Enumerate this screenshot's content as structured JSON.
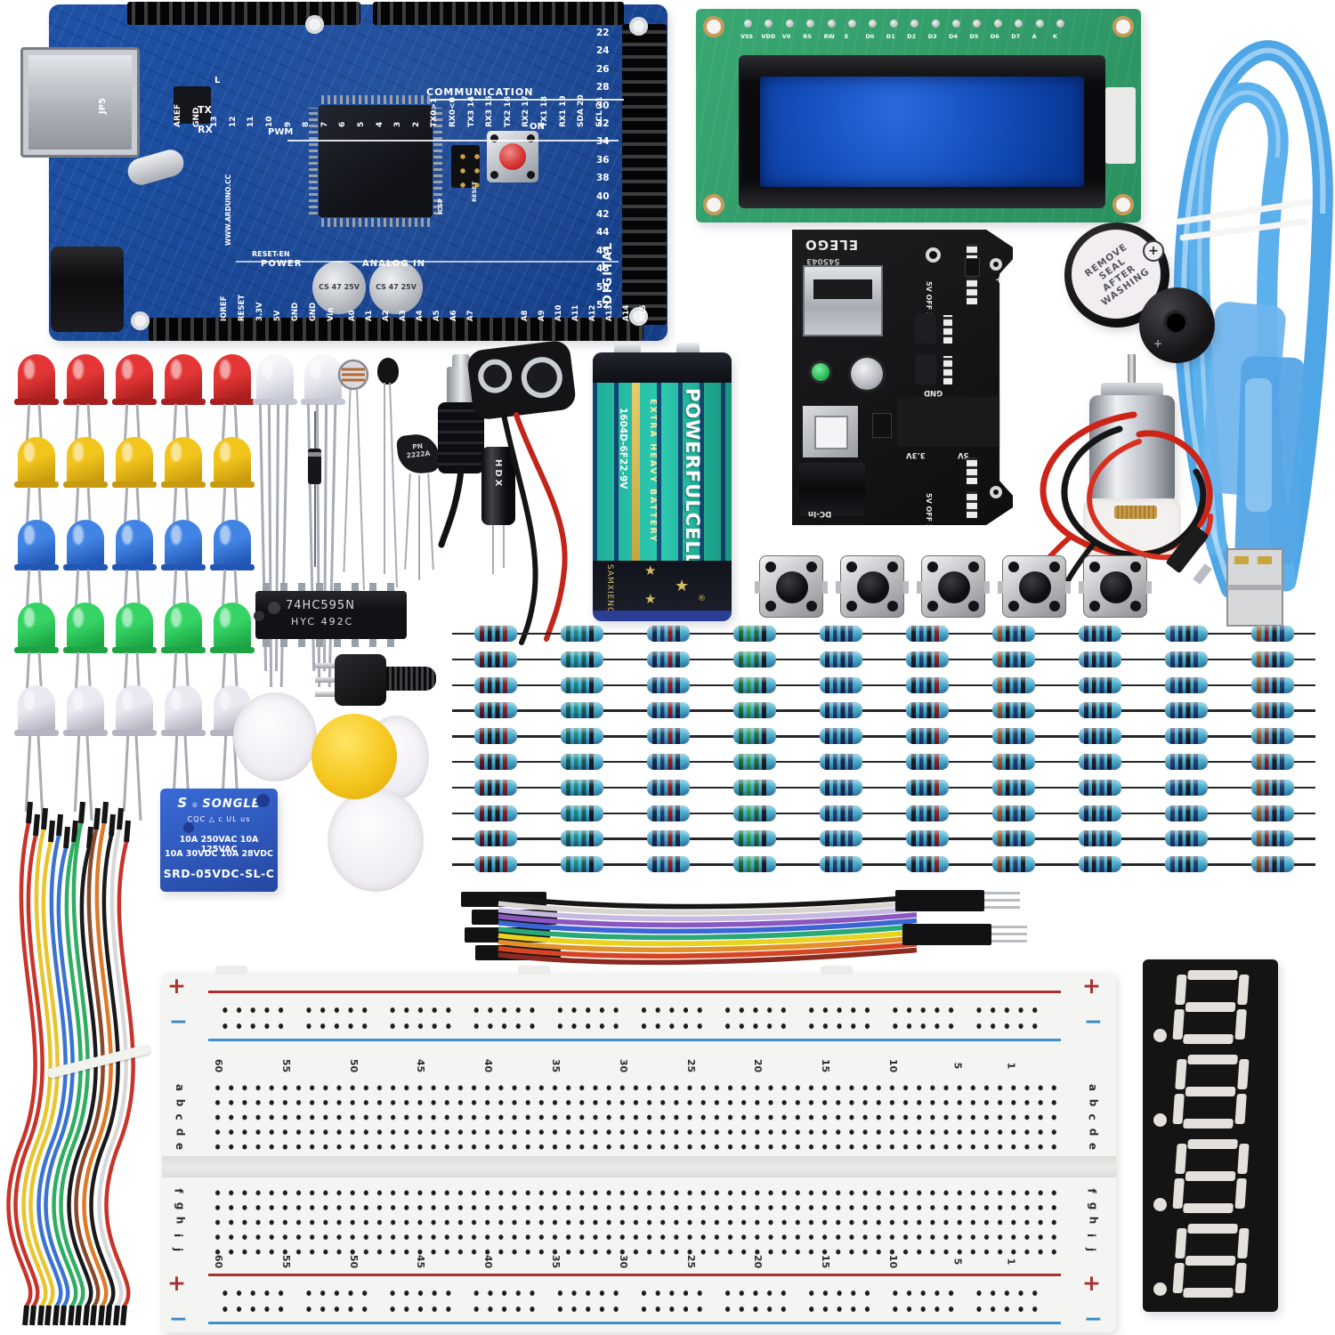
{
  "arduino": {
    "labels": {
      "communication": "COMMUNICATION",
      "digital": "DIGITAL",
      "analog_in": "ANALOG IN",
      "power": "POWER",
      "pwm": "PWM",
      "tx": "TX",
      "rx": "RX",
      "on": "ON",
      "l": "L",
      "jp5": "JP5",
      "reset_en": "RESET-EN",
      "website": "WWW.ARDUINO.CC",
      "icsp": "ICSP",
      "reset": "RESET",
      "cap_value": "CS 47 25V"
    },
    "top_pin_labels": [
      "AREF",
      "GND",
      "13",
      "12",
      "11",
      "10",
      "9",
      "8",
      "7",
      "6",
      "5",
      "4",
      "3",
      "2",
      "TX0>1",
      "RX0<0",
      "TX3 14",
      "RX3 15",
      "TX2 16",
      "RX2 17",
      "TX1 18",
      "RX1 19",
      "SDA 20",
      "SCL 21"
    ],
    "right_pin_labels": [
      "22",
      "24",
      "26",
      "28",
      "30",
      "32",
      "34",
      "36",
      "38",
      "40",
      "42",
      "44",
      "46",
      "48",
      "50",
      "52"
    ],
    "power_pin_labels": [
      "IOREF",
      "RESET",
      "3.3V",
      "5V",
      "GND",
      "GND",
      "Vin"
    ],
    "analog_pin_labels_a": [
      "A0",
      "A1",
      "A2",
      "A3",
      "A4",
      "A5",
      "A6",
      "A7"
    ],
    "analog_pin_labels_b": [
      "A8",
      "A9",
      "A10",
      "A11",
      "A12",
      "A13",
      "A14",
      "A15"
    ],
    "pcb_color": "#1d4f9e"
  },
  "lcd": {
    "pin_labels": [
      "VSS",
      "VDD",
      "V0",
      "RS",
      "RW",
      "E",
      "D0",
      "D1",
      "D2",
      "D3",
      "D4",
      "D5",
      "D6",
      "D7",
      "A",
      "K"
    ],
    "pcb_color": "#35a06c",
    "screen_color": "#1450bc"
  },
  "power_module": {
    "brand": "ELEGO",
    "serial": "545043",
    "jumper_label": "5V OFF 3.3",
    "gnd": "GND",
    "v5": "5V",
    "v33": "3.3V",
    "dc_in": "DC-In",
    "plus": "+"
  },
  "active_buzzer": {
    "sticker": [
      "REMOVE",
      "SEAL",
      "AFTER",
      "WASHING"
    ],
    "plus": "+"
  },
  "battery": {
    "brand": "POWERFULCELL",
    "line": "EXTRA HEAVY BATTERY",
    "model": "1604D-6F22-9V",
    "maker": "SAMXIENG",
    "body_color": "#25c2ab"
  },
  "shift_register": {
    "line1": "74HC595N",
    "line2": "HYC   492C"
  },
  "transistor": {
    "line1": "PN",
    "line2": "2222A"
  },
  "capacitor": {
    "label": "HDX"
  },
  "relay": {
    "logo": "S",
    "brand": "SONGLE",
    "certs": "CQC  △  c UL us",
    "ratings1": "10A 250VAC 10A 125VAC",
    "ratings2": "10A  30VDC 10A  28VDC",
    "model": "SRD-05VDC-SL-C",
    "body_color": "#2c58c4"
  },
  "leds": {
    "columns": 5,
    "rows": [
      {
        "name": "red",
        "hex": "#e43636",
        "dark": "#a81f1f"
      },
      {
        "name": "yellow",
        "hex": "#f2c51d",
        "dark": "#c89a0e"
      },
      {
        "name": "blue",
        "hex": "#4284e4",
        "dark": "#2156b4"
      },
      {
        "name": "green",
        "hex": "#35d465",
        "dark": "#1da344"
      },
      {
        "name": "white",
        "hex": "#e9e9f1",
        "dark": "#b4b4c2"
      }
    ]
  },
  "rgb_leds": {
    "count": 2
  },
  "buttons": {
    "count": 5
  },
  "resistors": {
    "rows": 10,
    "body_color": "#49b2d2",
    "columns": [
      [
        "#6a1a1a",
        "#1d1d22",
        "#1d1d22",
        "#8a2424"
      ],
      [
        "#16605c",
        "#1d8a84",
        "#16605c",
        "#1d1d22"
      ],
      [
        "#1d2a4a",
        "#24406e",
        "#8a2424",
        "#1d2a4a"
      ],
      [
        "#1f6e34",
        "#2f9e4a",
        "#1f6e34",
        "#1d1d22"
      ],
      [
        "#1d2a4a",
        "#24406e",
        "#1d2a4a",
        "#24406e"
      ],
      [
        "#1d1d22",
        "#24406e",
        "#1d1d22",
        "#8a2424"
      ],
      [
        "#a05a22",
        "#1d1d22",
        "#24406e",
        "#1d1d22"
      ],
      [
        "#1d2a4a",
        "#1d1d22",
        "#24406e",
        "#1d1d22"
      ],
      [
        "#24406e",
        "#1d2a4a",
        "#1d1d22",
        "#24406e"
      ],
      [
        "#a05a22",
        "#8a2424",
        "#1d1d22",
        "#24406e"
      ]
    ]
  },
  "jumper_wires": {
    "colors": [
      "#c8342a",
      "#e8c52e",
      "#3a74d0",
      "#2fae62",
      "#1a1a1a",
      "#e07a28",
      "#d8d8d8",
      "#c8342a",
      "#e8c52e",
      "#3a74d0",
      "#2fae62",
      "#8a4a2a",
      "#1a1a1a",
      "#c8342a"
    ]
  },
  "ribbon_cable": {
    "colors": [
      "#161616",
      "#d8d4d0",
      "#c5b9e2",
      "#8a56c0",
      "#3a66d4",
      "#2aa876",
      "#ead31f",
      "#e2902a",
      "#d64424",
      "#8a2a20"
    ]
  },
  "usb_cable": {
    "color": "#55abe8"
  },
  "breadboard": {
    "letters_top": [
      "a",
      "b",
      "c",
      "d",
      "e"
    ],
    "letters_bottom": [
      "f",
      "g",
      "h",
      "i",
      "j"
    ],
    "numbers": [
      60,
      55,
      50,
      45,
      40,
      35,
      30,
      25,
      20,
      15,
      10,
      5,
      1
    ],
    "plus": "+",
    "minus": "−",
    "plus_color": "#a83030",
    "minus_color": "#3a8ac8"
  },
  "seven_segment": {
    "digits": 4
  }
}
